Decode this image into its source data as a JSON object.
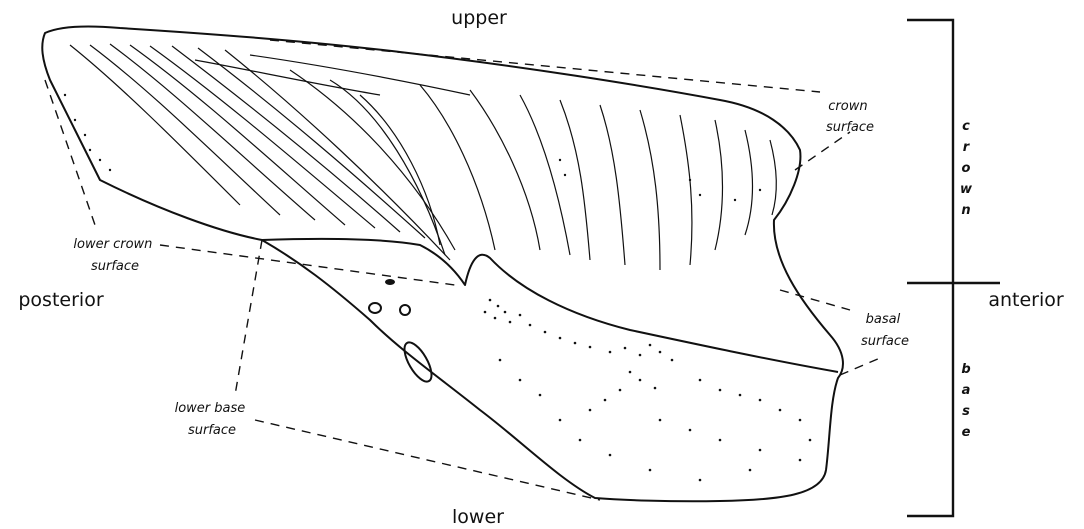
{
  "orientation": {
    "upper": "upper",
    "lower": "lower",
    "posterior": "posterior",
    "anterior": "anterior"
  },
  "callouts": {
    "crown_surface": [
      "crown",
      "surface"
    ],
    "lower_crown_surface": [
      "lower crown",
      "surface"
    ],
    "basal_surface": [
      "basal",
      "surface"
    ],
    "lower_base_surface": [
      "lower base",
      "surface"
    ]
  },
  "bracket_labels": {
    "crown": [
      "c",
      "r",
      "o",
      "w",
      "n"
    ],
    "base": [
      "b",
      "a",
      "s",
      "e"
    ]
  },
  "colors": {
    "ink": "#111111",
    "background": "#ffffff"
  }
}
